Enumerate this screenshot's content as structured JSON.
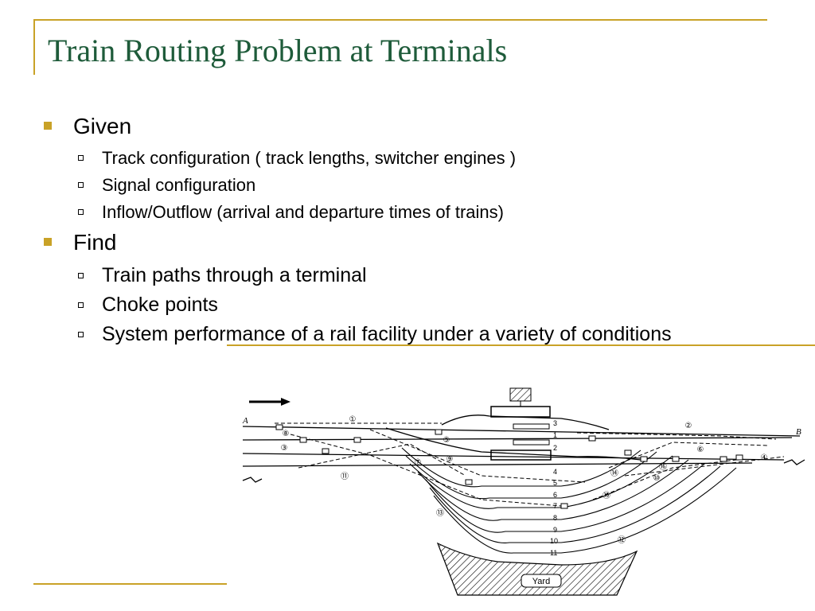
{
  "slide": {
    "title": "Train Routing Problem at Terminals",
    "sections": [
      {
        "heading": "Given",
        "items": [
          "Track configuration ( track lengths, switcher engines )",
          "Signal configuration",
          "Inflow/Outflow (arrival and departure times of trains)"
        ]
      },
      {
        "heading": "Find",
        "items": [
          "Train paths through a terminal",
          "Choke points",
          "System performance of a rail facility under a variety of conditions"
        ]
      }
    ]
  },
  "diagram": {
    "entry_labels": [
      "A",
      "B"
    ],
    "track_numbers": [
      "3",
      "1",
      "2",
      "4",
      "5",
      "6",
      "7",
      "8",
      "9",
      "10",
      "11"
    ],
    "yard_label": "Yard",
    "station_labels": [
      "①",
      "②",
      "③",
      "④",
      "⑤",
      "⑥",
      "⑦",
      "⑧",
      "⑨",
      "⑩",
      "⑪",
      "⑫",
      "⑬",
      "⑭",
      "⑮",
      "⑯"
    ]
  },
  "theme": {
    "accent": "#c9a227",
    "title_color": "#1e5b3a"
  }
}
